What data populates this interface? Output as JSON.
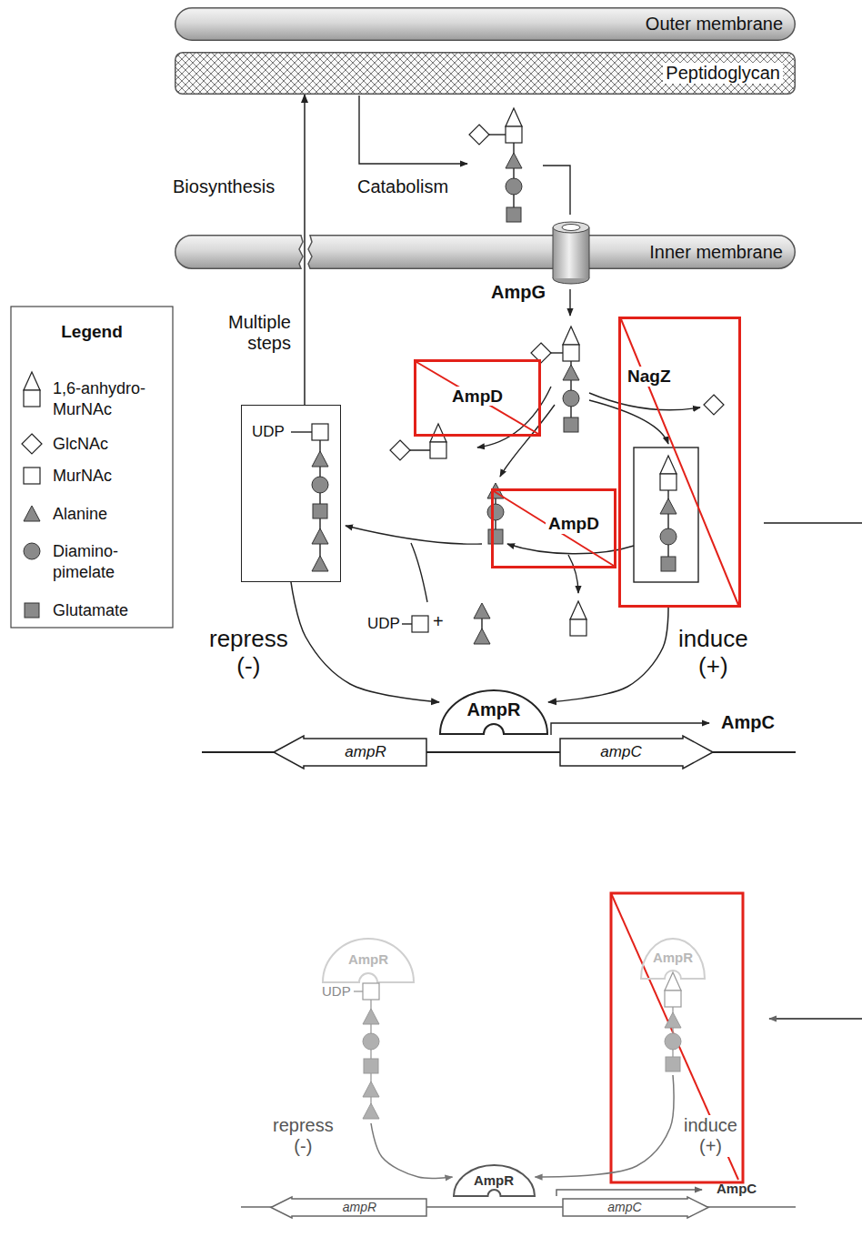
{
  "diagram": {
    "nodes": [
      {
        "text": [
          "Outer membrane"
        ]
      },
      {
        "text": [
          "Peptidoglycan"
        ]
      },
      {
        "text": [
          "Inner membrane"
        ]
      },
      {
        "text": [
          "AmpD"
        ]
      },
      {
        "text": [
          "NagZ"
        ]
      },
      {
        "text": [
          "UDP"
        ]
      },
      {
        "text": [
          "AmpD"
        ]
      },
      {
        "text": [
          "AmpR"
        ]
      },
      {
        "text": [
          "ampR"
        ]
      },
      {
        "text": [
          "ampC"
        ]
      },
      {
        "text": [
          "AmpR",
          "UDP"
        ]
      },
      {
        "text": [
          "AmpR"
        ]
      },
      {
        "text": [
          "AmpR"
        ]
      },
      {
        "text": [
          "ampR"
        ]
      },
      {
        "text": [
          "ampC"
        ]
      }
    ],
    "edges": [
      {
        "from": 5,
        "to": 1,
        "arrow": "to"
      },
      {
        "from": 5,
        "to": 7,
        "arrow": "to"
      },
      {
        "from": 4,
        "to": 7,
        "arrow": "to"
      },
      {
        "from": 10,
        "to": 12,
        "arrow": "to"
      },
      {
        "from": 11,
        "to": 12,
        "arrow": "to"
      }
    ],
    "labels": [
      "Biosynthesis",
      "Catabolism",
      "AmpG",
      "Multiple steps",
      "Legend",
      "UDP",
      "+",
      "repress (-)",
      "induce (+)",
      "AmpC",
      "repress (-)",
      "induce (+)",
      "AmpC"
    ],
    "legend": [
      {
        "text": "1,6-anhydro-MurNAc"
      },
      {
        "text": "GlcNAc"
      },
      {
        "text": "MurNAc"
      },
      {
        "text": "Alanine"
      },
      {
        "text": "Diamino-pimelate"
      },
      {
        "text": "Glutamate"
      }
    ]
  }
}
